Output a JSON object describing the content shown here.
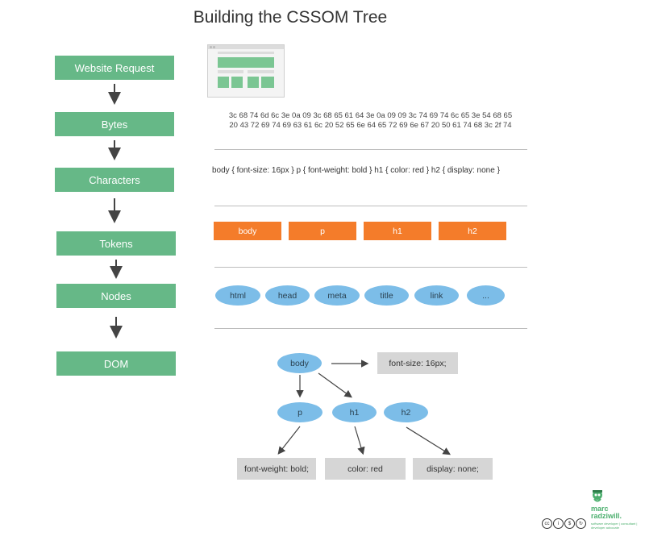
{
  "title": "Building the CSSOM Tree",
  "steps": [
    "Website Request",
    "Bytes",
    "Characters",
    "Tokens",
    "Nodes",
    "DOM"
  ],
  "bytes_line1": "3c 68 74 6d 6c 3e 0a 09 3c 68 65 61 64 3e 0a 09 09 3c 74 69 74 6c 65 3e 54 68 65",
  "bytes_line2": "20 43 72 69 74 69 63 61 6c 20 52 65 6e 64 65 72 69 6e 67 20 50 61 74 68 3c 2f 74",
  "characters": "body { font-size: 16px } p { font-weight: bold } h1 { color: red } h2 { display: none }",
  "tokens": [
    "body",
    "p",
    "h1",
    "h2"
  ],
  "nodes": [
    "html",
    "head",
    "meta",
    "title",
    "link",
    "..."
  ],
  "tree": {
    "root": "body",
    "root_prop": "font-size: 16px;",
    "children": [
      "p",
      "h1",
      "h2"
    ],
    "child_props": [
      "font-weight: bold;",
      "color: red",
      "display: none;"
    ]
  },
  "brand": {
    "name_line1": "marc",
    "name_line2": "radziwill.",
    "tagline": "software developer | consultant | developer advocate",
    "license_icons": [
      "cc",
      "by",
      "nc",
      "sa"
    ]
  },
  "colors": {
    "step_green": "#66b887",
    "token_orange": "#f47c2a",
    "node_blue": "#7cbde8",
    "prop_gray": "#d6d6d6"
  }
}
